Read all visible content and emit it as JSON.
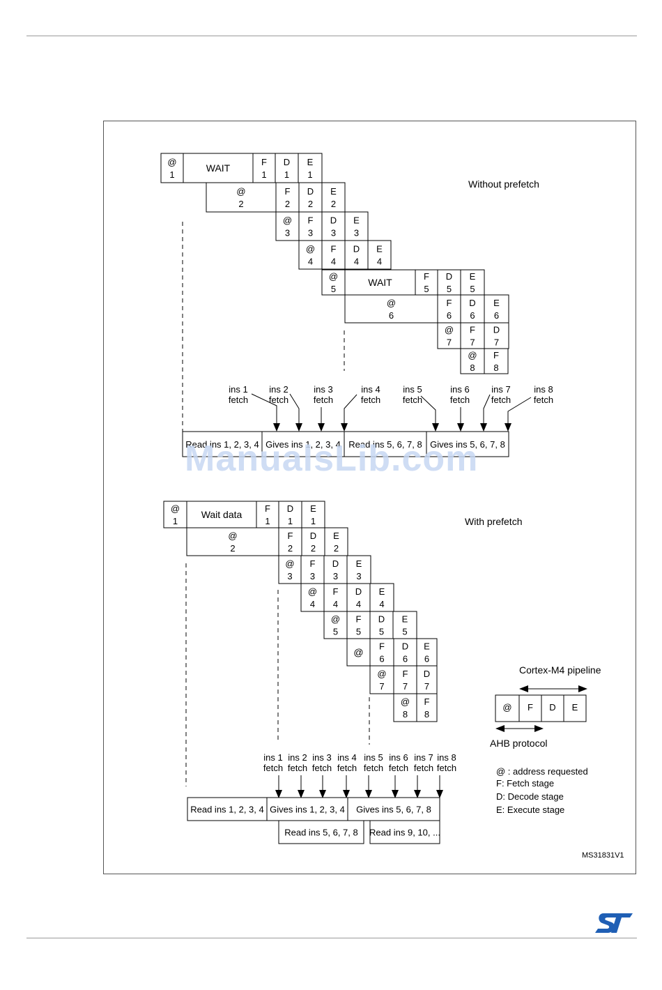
{
  "without": {
    "title": "Without prefetch",
    "cells": [
      {
        "t": "@\n1"
      },
      {
        "t": "WAIT"
      },
      {
        "t": "F\n1"
      },
      {
        "t": "D\n1"
      },
      {
        "t": "E\n1"
      },
      {
        "t": "@\n2"
      },
      {
        "t": "F\n2"
      },
      {
        "t": "D\n2"
      },
      {
        "t": "E\n2"
      },
      {
        "t": "@\n3"
      },
      {
        "t": "F\n3"
      },
      {
        "t": "D\n3"
      },
      {
        "t": "E\n3"
      },
      {
        "t": "@\n4"
      },
      {
        "t": "F\n4"
      },
      {
        "t": "D\n4"
      },
      {
        "t": "E\n4"
      },
      {
        "t": "@\n5"
      },
      {
        "t": "WAIT"
      },
      {
        "t": "F\n5"
      },
      {
        "t": "D\n5"
      },
      {
        "t": "E\n5"
      },
      {
        "t": "@\n6"
      },
      {
        "t": "F\n6"
      },
      {
        "t": "D\n6"
      },
      {
        "t": "E\n6"
      },
      {
        "t": "@\n7"
      },
      {
        "t": "F\n7"
      },
      {
        "t": "D\n7"
      },
      {
        "t": "@\n8"
      },
      {
        "t": "F\n8"
      }
    ],
    "fetch_labels": [
      "ins 1\nfetch",
      "ins 2\nfetch",
      "ins 3\nfetch",
      "ins 4\nfetch",
      "ins 5\nfetch",
      "ins 6\nfetch",
      "ins 7\nfetch",
      "ins 8\nfetch"
    ],
    "bus": [
      "Read ins 1, 2, 3, 4",
      "Gives ins 1, 2, 3, 4",
      "Read ins 5, 6, 7, 8",
      "Gives ins 5, 6, 7, 8"
    ]
  },
  "with": {
    "title": "With prefetch",
    "cells": [
      {
        "t": "@\n1"
      },
      {
        "t": "Wait data"
      },
      {
        "t": "F\n1"
      },
      {
        "t": "D\n1"
      },
      {
        "t": "E\n1"
      },
      {
        "t": "@\n2"
      },
      {
        "t": "F\n2"
      },
      {
        "t": "D\n2"
      },
      {
        "t": "E\n2"
      },
      {
        "t": "@\n3"
      },
      {
        "t": "F\n3"
      },
      {
        "t": "D\n3"
      },
      {
        "t": "E\n3"
      },
      {
        "t": "@\n4"
      },
      {
        "t": "F\n4"
      },
      {
        "t": "D\n4"
      },
      {
        "t": "E\n4"
      },
      {
        "t": "@\n5"
      },
      {
        "t": "F\n5"
      },
      {
        "t": "D\n5"
      },
      {
        "t": "E\n5"
      },
      {
        "t": "@"
      },
      {
        "t": "F\n6"
      },
      {
        "t": "D\n6"
      },
      {
        "t": "E\n6"
      },
      {
        "t": "@\n7"
      },
      {
        "t": "F\n7"
      },
      {
        "t": "D\n7"
      },
      {
        "t": "@\n8"
      },
      {
        "t": "F\n8"
      }
    ],
    "fetch_labels": [
      "ins 1\nfetch",
      "ins 2\nfetch",
      "ins 3\nfetch",
      "ins 4\nfetch",
      "ins 5\nfetch",
      "ins 6\nfetch",
      "ins 7\nfetch",
      "ins 8\nfetch"
    ],
    "bus_top": [
      "Read ins 1, 2, 3, 4",
      "Gives ins 1, 2, 3, 4",
      "Gives ins 5, 6, 7, 8"
    ],
    "bus_bottom": [
      "Read ins 5, 6, 7, 8",
      "Read ins 9, 10, ..."
    ]
  },
  "legend": {
    "pipeline_title": "Cortex-M4 pipeline",
    "pipeline_cells": [
      "@",
      "F",
      "D",
      "E"
    ],
    "ahb_label": "AHB protocol",
    "keys": [
      "@ : address requested",
      "F: Fetch stage",
      "D: Decode stage",
      "E: Execute stage"
    ]
  },
  "figure_id": "MS31831V1",
  "watermark": "ManualsLib.com",
  "colors": {
    "frame": "#555555",
    "rule": "#9a9a9a",
    "logo": "#1f5fb5",
    "watermark": "#c7d8f3"
  },
  "icons": {
    "logo": "st-logo"
  }
}
